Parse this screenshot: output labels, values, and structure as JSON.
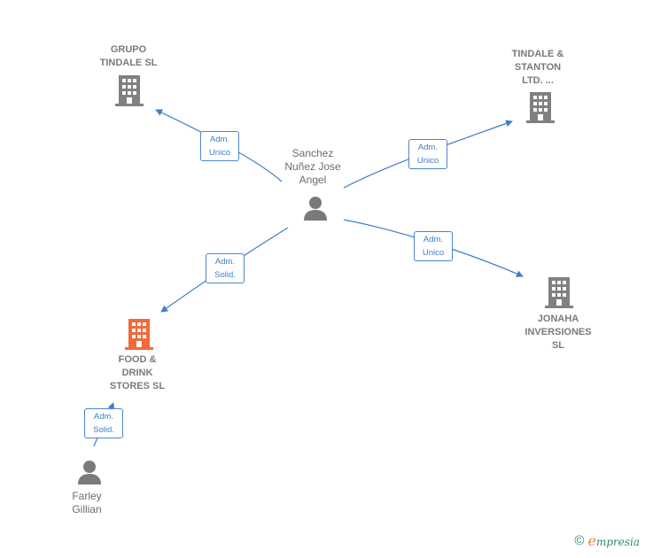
{
  "nodes": {
    "grupo_tindale": {
      "label": "GRUPO\nTINDALE  SL",
      "type": "company",
      "color": "#808080"
    },
    "tindale_stanton": {
      "label": "TINDALE &\nSTANTON\nLTD. ...",
      "type": "company",
      "color": "#808080"
    },
    "jonaha": {
      "label": "JONAHA\nINVERSIONES\nSL",
      "type": "company",
      "color": "#808080"
    },
    "food_drink": {
      "label": "FOOD &\nDRINK\nSTORES  SL",
      "type": "company",
      "color": "#f26a3a"
    },
    "sanchez": {
      "label": "Sanchez\nNuñez Jose\nAngel",
      "type": "person",
      "color": "#808080"
    },
    "farley": {
      "label": "Farley\nGillian",
      "type": "person",
      "color": "#808080"
    }
  },
  "edges": [
    {
      "from": "sanchez",
      "to": "grupo_tindale",
      "role": [
        "Adm.",
        "Unico"
      ]
    },
    {
      "from": "sanchez",
      "to": "tindale_stanton",
      "role": [
        "Adm.",
        "Unico"
      ]
    },
    {
      "from": "sanchez",
      "to": "jonaha",
      "role": [
        "Adm.",
        "Unico"
      ]
    },
    {
      "from": "sanchez",
      "to": "food_drink",
      "role": [
        "Adm.",
        "Solid."
      ]
    },
    {
      "from": "farley",
      "to": "food_drink",
      "role": [
        "Adm.",
        "Solid."
      ]
    }
  ],
  "footer": {
    "copyright": "©",
    "brand_first": "e",
    "brand_rest": "mpresia"
  },
  "colors": {
    "edge": "#3d7fc8",
    "building_gray": "#808080",
    "building_highlight": "#f26a3a",
    "person": "#7a7a7a"
  }
}
